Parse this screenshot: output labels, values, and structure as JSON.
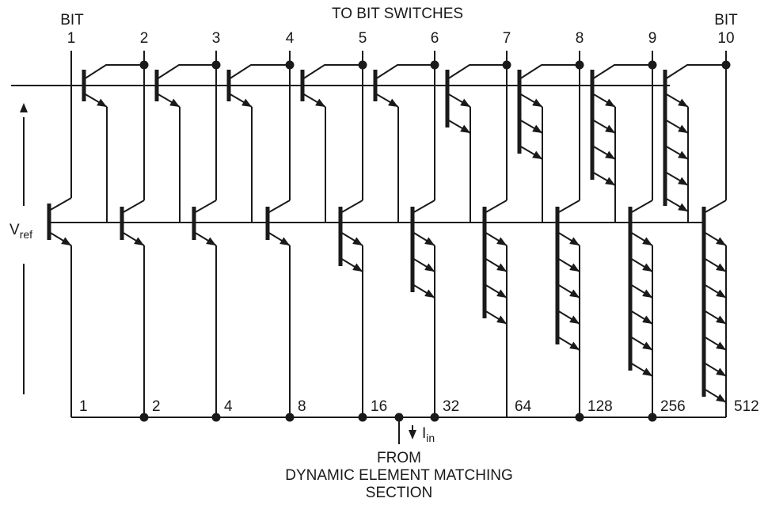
{
  "diagram": {
    "title": "TO BIT SWITCHES",
    "top_left_label": "BIT",
    "top_right_label": "BIT",
    "bits": [
      {
        "bit_label": "1",
        "weight": "1",
        "upper_emitters": 1,
        "lower_emitters": 1
      },
      {
        "bit_label": "2",
        "weight": "2",
        "upper_emitters": 1,
        "lower_emitters": 1
      },
      {
        "bit_label": "3",
        "weight": "4",
        "upper_emitters": 1,
        "lower_emitters": 1
      },
      {
        "bit_label": "4",
        "weight": "8",
        "upper_emitters": 1,
        "lower_emitters": 1
      },
      {
        "bit_label": "5",
        "weight": "16",
        "upper_emitters": 1,
        "lower_emitters": 2
      },
      {
        "bit_label": "6",
        "weight": "32",
        "upper_emitters": 2,
        "lower_emitters": 3
      },
      {
        "bit_label": "7",
        "weight": "64",
        "upper_emitters": 3,
        "lower_emitters": 4
      },
      {
        "bit_label": "8",
        "weight": "128",
        "upper_emitters": 4,
        "lower_emitters": 5
      },
      {
        "bit_label": "9",
        "weight": "256",
        "upper_emitters": 5,
        "lower_emitters": 6
      },
      {
        "bit_label": "10",
        "weight": "512",
        "upper_emitters": 0,
        "lower_emitters": 7
      }
    ],
    "vref_label": "V",
    "vref_sub": "ref",
    "iin_label": "I",
    "iin_sub": "in",
    "source_label_lines": [
      "FROM",
      "DYNAMIC ELEMENT MATCHING",
      "SECTION"
    ]
  }
}
